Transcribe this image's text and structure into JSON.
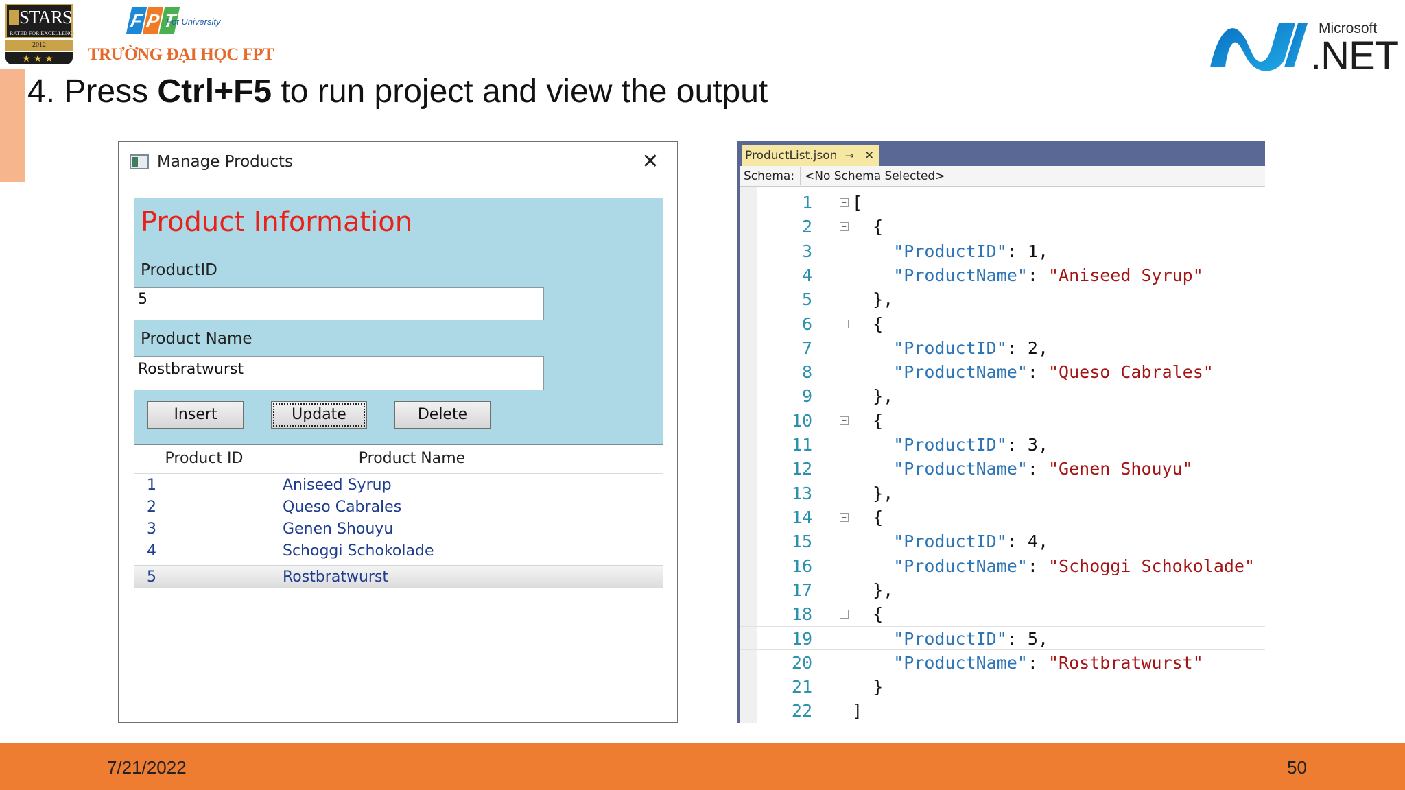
{
  "slide": {
    "title_prefix": "4. Press ",
    "title_bold": "Ctrl+F5",
    "title_suffix": " to run project and view the output",
    "footer_date": "7/21/2022",
    "page_number": "50",
    "logos": {
      "stars_word": "STARS",
      "stars_sub": "RATED FOR EXCELLENCE",
      "stars_year": "2012",
      "stars_rating": "★★★",
      "fpt_letters": [
        "F",
        "P",
        "T"
      ],
      "fpt_university": "Fpt University",
      "fpt_school": "TRƯỜNG ĐẠI HỌC FPT",
      "net_microsoft": "Microsoft",
      "net_text": ".NET"
    },
    "colors": {
      "footer": "#ee7d31",
      "accent": "#f6b58c"
    }
  },
  "wpf_window": {
    "title": "Manage Products",
    "close_glyph": "✕",
    "heading": "Product Information",
    "product_id_label": "ProductID",
    "product_id_value": "5",
    "product_name_label": "Product Name",
    "product_name_value": "Rostbratwurst",
    "buttons": {
      "insert": "Insert",
      "update": "Update",
      "delete": "Delete"
    },
    "grid": {
      "headers": [
        "Product ID",
        "Product Name"
      ],
      "rows": [
        {
          "id": "1",
          "name": "Aniseed Syrup"
        },
        {
          "id": "2",
          "name": "Queso Cabrales"
        },
        {
          "id": "3",
          "name": "Genen Shouyu"
        },
        {
          "id": "4",
          "name": "Schoggi Schokolade"
        },
        {
          "id": "5",
          "name": "Rostbratwurst"
        }
      ],
      "selected_row": 4
    },
    "colors": {
      "panel": "#add8e6",
      "heading": "#e8221b"
    }
  },
  "vs_editor": {
    "tab_name": "ProductList.json",
    "tab_pin": "⊸",
    "tab_close": "✕",
    "schema_label": "Schema:",
    "schema_value": "<No Schema Selected>",
    "lines": [
      {
        "n": "1",
        "fold": "⊟",
        "parts": [
          [
            "p",
            "["
          ]
        ]
      },
      {
        "n": "2",
        "fold": "⊟",
        "parts": [
          [
            "p",
            "  {"
          ]
        ]
      },
      {
        "n": "3",
        "parts": [
          [
            "p",
            "    "
          ],
          [
            "k",
            "\"ProductID\""
          ],
          [
            "p",
            ": 1,"
          ]
        ]
      },
      {
        "n": "4",
        "parts": [
          [
            "p",
            "    "
          ],
          [
            "k",
            "\"ProductName\""
          ],
          [
            "p",
            ": "
          ],
          [
            "s",
            "\"Aniseed Syrup\""
          ]
        ]
      },
      {
        "n": "5",
        "parts": [
          [
            "p",
            "  },"
          ]
        ]
      },
      {
        "n": "6",
        "fold": "⊟",
        "parts": [
          [
            "p",
            "  {"
          ]
        ]
      },
      {
        "n": "7",
        "parts": [
          [
            "p",
            "    "
          ],
          [
            "k",
            "\"ProductID\""
          ],
          [
            "p",
            ": 2,"
          ]
        ]
      },
      {
        "n": "8",
        "parts": [
          [
            "p",
            "    "
          ],
          [
            "k",
            "\"ProductName\""
          ],
          [
            "p",
            ": "
          ],
          [
            "s",
            "\"Queso Cabrales\""
          ]
        ]
      },
      {
        "n": "9",
        "parts": [
          [
            "p",
            "  },"
          ]
        ]
      },
      {
        "n": "10",
        "fold": "⊟",
        "parts": [
          [
            "p",
            "  {"
          ]
        ]
      },
      {
        "n": "11",
        "parts": [
          [
            "p",
            "    "
          ],
          [
            "k",
            "\"ProductID\""
          ],
          [
            "p",
            ": 3,"
          ]
        ]
      },
      {
        "n": "12",
        "parts": [
          [
            "p",
            "    "
          ],
          [
            "k",
            "\"ProductName\""
          ],
          [
            "p",
            ": "
          ],
          [
            "s",
            "\"Genen Shouyu\""
          ]
        ]
      },
      {
        "n": "13",
        "parts": [
          [
            "p",
            "  },"
          ]
        ]
      },
      {
        "n": "14",
        "fold": "⊟",
        "parts": [
          [
            "p",
            "  {"
          ]
        ]
      },
      {
        "n": "15",
        "parts": [
          [
            "p",
            "    "
          ],
          [
            "k",
            "\"ProductID\""
          ],
          [
            "p",
            ": 4,"
          ]
        ]
      },
      {
        "n": "16",
        "parts": [
          [
            "p",
            "    "
          ],
          [
            "k",
            "\"ProductName\""
          ],
          [
            "p",
            ": "
          ],
          [
            "s",
            "\"Schoggi Schokolade\""
          ]
        ]
      },
      {
        "n": "17",
        "parts": [
          [
            "p",
            "  },"
          ]
        ]
      },
      {
        "n": "18",
        "fold": "⊟",
        "parts": [
          [
            "p",
            "  {"
          ]
        ]
      },
      {
        "n": "19",
        "current": true,
        "parts": [
          [
            "p",
            "    "
          ],
          [
            "k",
            "\"ProductID\""
          ],
          [
            "p",
            ": 5,"
          ]
        ]
      },
      {
        "n": "20",
        "parts": [
          [
            "p",
            "    "
          ],
          [
            "k",
            "\"ProductName\""
          ],
          [
            "p",
            ": "
          ],
          [
            "s",
            "\"Rostbratwurst\""
          ]
        ]
      },
      {
        "n": "21",
        "parts": [
          [
            "p",
            "  }"
          ]
        ]
      },
      {
        "n": "22",
        "parts": [
          [
            "p",
            "]"
          ]
        ]
      }
    ],
    "colors": {
      "key": "#2e75b6",
      "string": "#a31515",
      "line_number": "#2b91af",
      "tabstrip": "#5a6896",
      "tab": "#f6e7a2"
    }
  }
}
